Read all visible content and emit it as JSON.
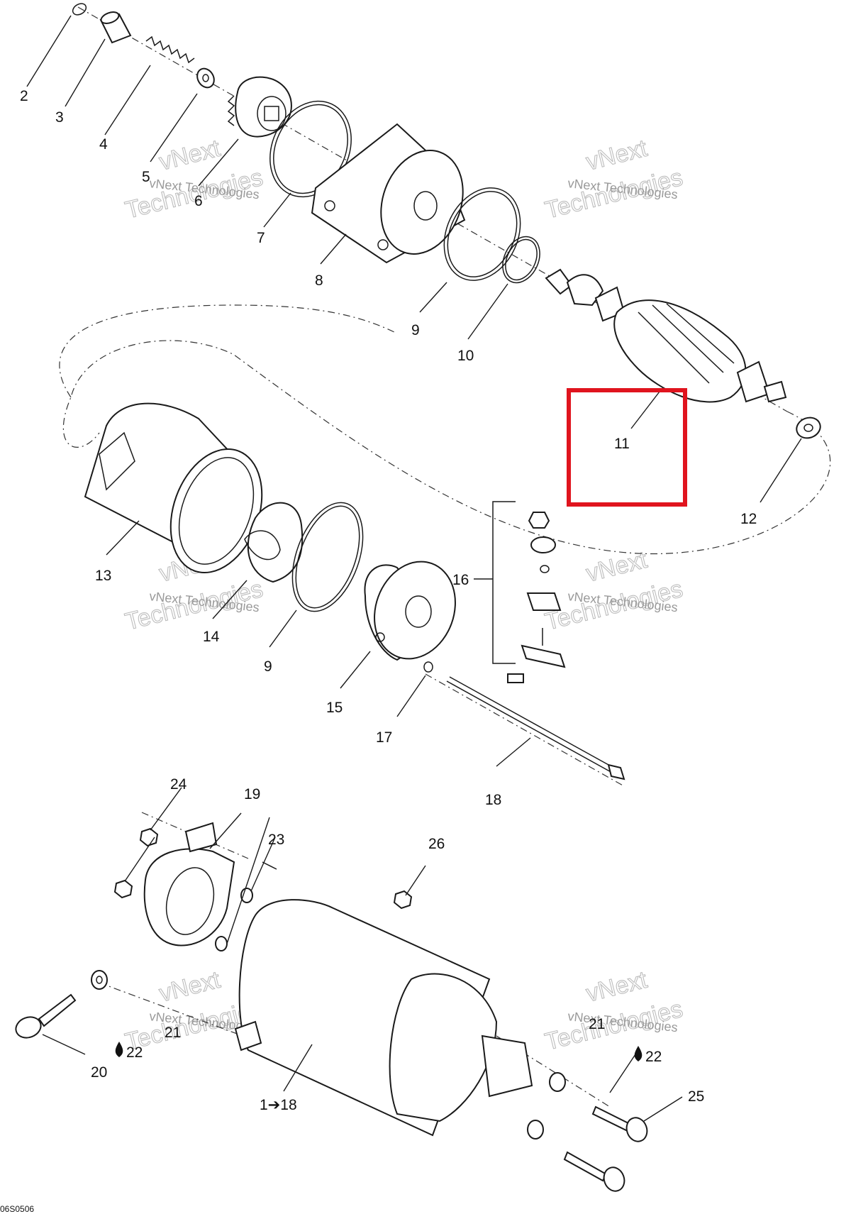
{
  "diagram": {
    "drawing_code": "06S0506",
    "watermark": {
      "line1": "vNext",
      "line2": "Technologies",
      "small": "vNext Technologies"
    },
    "highlight_color": "#e0141e",
    "callouts": {
      "c2": "2",
      "c3": "3",
      "c4": "4",
      "c5": "5",
      "c6": "6",
      "c7": "7",
      "c8": "8",
      "c9a": "9",
      "c10": "10",
      "c11": "11",
      "c12": "12",
      "c13": "13",
      "c14": "14",
      "c9b": "9",
      "c15": "15",
      "c16": "16",
      "c17": "17",
      "c18": "18",
      "c19": "19",
      "c20": "20",
      "c21a": "21",
      "c22a": "22",
      "c23": "23",
      "c24": "24",
      "c25": "25",
      "c26": "26",
      "c21b": "21",
      "c22b": "22",
      "c1to18": "1➔18"
    },
    "icons": {
      "drop": "oil-drop-icon",
      "arrow": "right-arrow-icon"
    }
  }
}
